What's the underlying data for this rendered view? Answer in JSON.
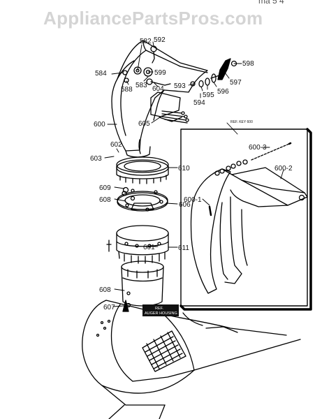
{
  "watermark": "AppliancePartsPros.com",
  "corner_mark": "ma 5 4",
  "labels": {
    "582": "582",
    "592": "592",
    "598": "598",
    "584": "584",
    "599": "599",
    "588": "588",
    "583": "583",
    "604": "604",
    "593": "593",
    "595": "595",
    "596": "596",
    "597": "597",
    "594": "594",
    "600": "600",
    "605": "605",
    "602": "602",
    "603": "603",
    "610": "610",
    "609": "609",
    "608_upper": "608",
    "606": "606",
    "601": "601",
    "611": "611",
    "608_lower": "608",
    "607": "607"
  },
  "inset": {
    "ref_key": "REF. KEY 600",
    "label_600_3": "600-3",
    "label_600_2": "600-2",
    "label_600_1": "600-1"
  },
  "ref_box": {
    "line1": "REF.",
    "line2": "AUGER HOUSING"
  }
}
